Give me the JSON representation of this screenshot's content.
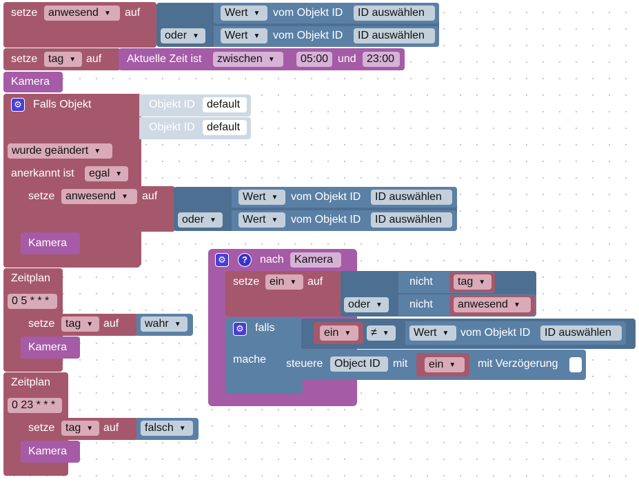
{
  "common": {
    "setze": "setze",
    "auf": "auf",
    "oder": "oder",
    "wert": "Wert",
    "vom_objekt_id": "vom Objekt ID",
    "id_auswaehlen": "ID auswählen",
    "kamera": "Kamera",
    "nicht": "nicht",
    "und": "und"
  },
  "block1": {
    "var": "anwesend"
  },
  "block2": {
    "var": "tag",
    "aktuelle_zeit": "Aktuelle Zeit ist",
    "op": "zwischen",
    "from": "05:00",
    "to": "23:00"
  },
  "kamera_func": {
    "label": "Kamera"
  },
  "trigger": {
    "falls_objekt": "Falls Objekt",
    "objekt_id": "Objekt ID",
    "default": "default",
    "wurde_geaendert": "wurde geändert",
    "anerkannt_ist": "anerkannt ist",
    "egal": "egal",
    "inner_var": "anwesend"
  },
  "schedule1": {
    "label": "Zeitplan",
    "cron": "0 5 * * *",
    "var": "tag",
    "value": "wahr"
  },
  "schedule2": {
    "label": "Zeitplan",
    "cron": "0 23 * * *",
    "var": "tag",
    "value": "falsch"
  },
  "func": {
    "nach": "nach",
    "name": "Kamera",
    "var": "ein",
    "nicht1": "tag",
    "nicht2": "anwesend",
    "falls": "falls",
    "mache": "mache",
    "neq": "≠",
    "steuere": "steuere",
    "object_id": "Object ID",
    "mit": "mit",
    "ein": "ein",
    "mit_verzoegerung": "mit Verzögerung"
  },
  "colors": {
    "variables": "#a5586c",
    "logic": "#5b80a5",
    "functions": "#a55ba5",
    "text": "#cfd9e4"
  }
}
